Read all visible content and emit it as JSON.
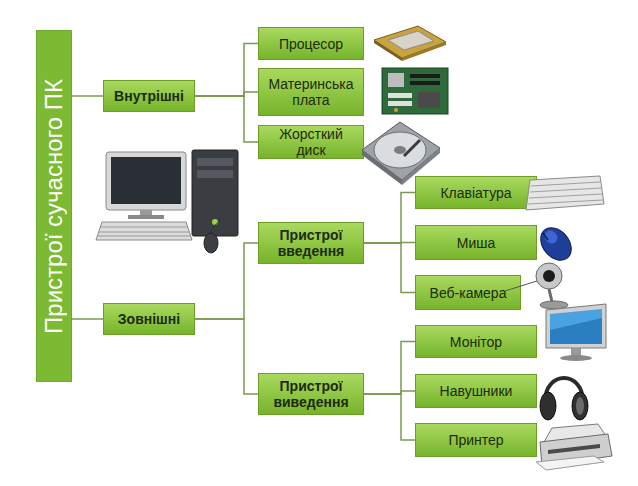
{
  "diagram": {
    "nodes": [
      {
        "text": [
          "Пристрої сучасного ПК"
        ]
      },
      {
        "text": [
          "Внутрішні"
        ]
      },
      {
        "text": [
          "Процесор"
        ]
      },
      {
        "text": [
          "Материнська плата"
        ]
      },
      {
        "text": [
          "Жорсткий диск"
        ]
      },
      {
        "text": [
          "Зовнішні"
        ]
      },
      {
        "text": [
          "Пристрої введення"
        ]
      },
      {
        "text": [
          "Клавіатура"
        ]
      },
      {
        "text": [
          "Миша"
        ]
      },
      {
        "text": [
          "Веб-камера"
        ]
      },
      {
        "text": [
          "Пристрої виведення"
        ]
      },
      {
        "text": [
          "Монітор"
        ]
      },
      {
        "text": [
          "Навушники"
        ]
      },
      {
        "text": [
          "Принтер"
        ]
      }
    ],
    "edges": [
      {
        "from": 0,
        "to": 1,
        "arrow": "none"
      },
      {
        "from": 0,
        "to": 5,
        "arrow": "none"
      },
      {
        "from": 1,
        "to": 2,
        "arrow": "none"
      },
      {
        "from": 1,
        "to": 3,
        "arrow": "none"
      },
      {
        "from": 1,
        "to": 4,
        "arrow": "none"
      },
      {
        "from": 5,
        "to": 6,
        "arrow": "none"
      },
      {
        "from": 5,
        "to": 10,
        "arrow": "none"
      },
      {
        "from": 6,
        "to": 7,
        "arrow": "none"
      },
      {
        "from": 6,
        "to": 8,
        "arrow": "none"
      },
      {
        "from": 6,
        "to": 9,
        "arrow": "none"
      },
      {
        "from": 10,
        "to": 11,
        "arrow": "none"
      },
      {
        "from": 10,
        "to": 12,
        "arrow": "none"
      },
      {
        "from": 10,
        "to": 13,
        "arrow": "none"
      }
    ]
  }
}
